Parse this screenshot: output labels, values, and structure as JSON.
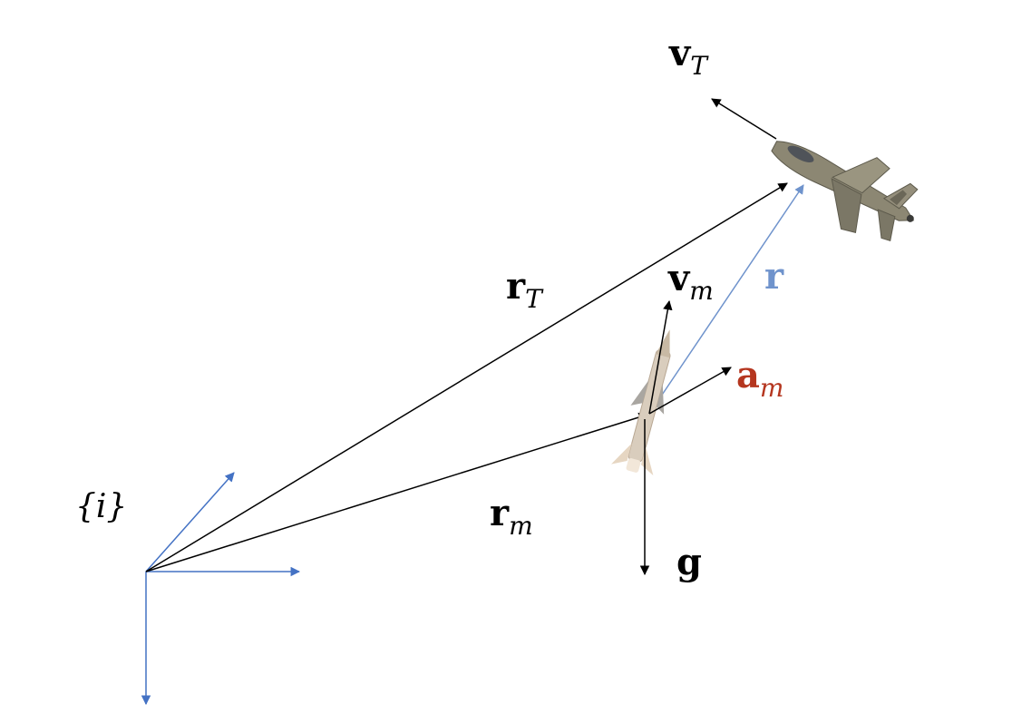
{
  "diagram": {
    "frame_label": "{i}",
    "vectors": {
      "r_T": {
        "main": "r",
        "sub": "T"
      },
      "r_m": {
        "main": "r",
        "sub": "m"
      },
      "r": {
        "main": "r"
      },
      "v_T": {
        "main": "v",
        "sub": "T"
      },
      "v_m": {
        "main": "v",
        "sub": "m"
      },
      "a_m": {
        "main": "a",
        "sub": "m"
      },
      "g": {
        "main": "g"
      }
    },
    "colors": {
      "frame_axes": "#4472c4",
      "relative_vector": "#6f93cc",
      "acceleration": "#b5361f",
      "vector": "#000000"
    },
    "icons": {
      "target": "fighter-jet-icon",
      "interceptor": "missile-icon"
    }
  }
}
